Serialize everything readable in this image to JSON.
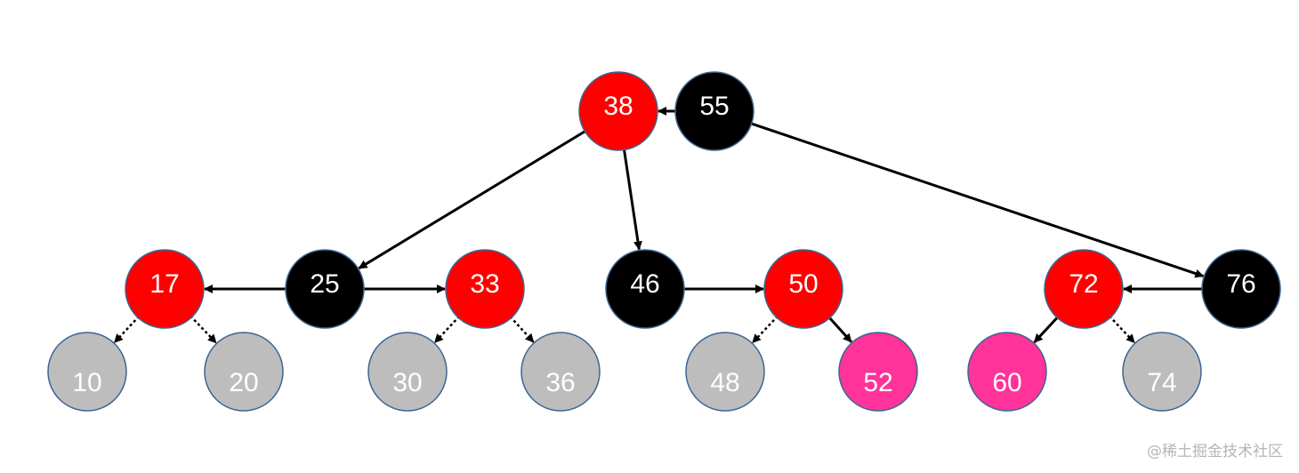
{
  "diagram": {
    "nodes": [
      {
        "id": "n38",
        "label": "38",
        "color": "red"
      },
      {
        "id": "n55",
        "label": "55",
        "color": "black"
      },
      {
        "id": "n17",
        "label": "17",
        "color": "red"
      },
      {
        "id": "n25",
        "label": "25",
        "color": "black"
      },
      {
        "id": "n33",
        "label": "33",
        "color": "red"
      },
      {
        "id": "n46",
        "label": "46",
        "color": "black"
      },
      {
        "id": "n50",
        "label": "50",
        "color": "red"
      },
      {
        "id": "n72",
        "label": "72",
        "color": "red"
      },
      {
        "id": "n76",
        "label": "76",
        "color": "black"
      },
      {
        "id": "n10",
        "label": "10",
        "color": "gray"
      },
      {
        "id": "n20",
        "label": "20",
        "color": "gray"
      },
      {
        "id": "n30",
        "label": "30",
        "color": "gray"
      },
      {
        "id": "n36",
        "label": "36",
        "color": "gray"
      },
      {
        "id": "n48",
        "label": "48",
        "color": "gray"
      },
      {
        "id": "n52",
        "label": "52",
        "color": "pink"
      },
      {
        "id": "n60",
        "label": "60",
        "color": "pink"
      },
      {
        "id": "n74",
        "label": "74",
        "color": "gray"
      }
    ],
    "edges": [
      {
        "from": "n55",
        "to": "n38",
        "style": "solid"
      },
      {
        "from": "n38",
        "to": "n25",
        "style": "solid"
      },
      {
        "from": "n38",
        "to": "n46",
        "style": "solid"
      },
      {
        "from": "n55",
        "to": "n76",
        "style": "solid"
      },
      {
        "from": "n25",
        "to": "n17",
        "style": "solid"
      },
      {
        "from": "n25",
        "to": "n33",
        "style": "solid"
      },
      {
        "from": "n46",
        "to": "n50",
        "style": "solid"
      },
      {
        "from": "n76",
        "to": "n72",
        "style": "solid"
      },
      {
        "from": "n17",
        "to": "n10",
        "style": "dotted"
      },
      {
        "from": "n17",
        "to": "n20",
        "style": "dotted"
      },
      {
        "from": "n33",
        "to": "n30",
        "style": "dotted"
      },
      {
        "from": "n33",
        "to": "n36",
        "style": "dotted"
      },
      {
        "from": "n50",
        "to": "n48",
        "style": "dotted"
      },
      {
        "from": "n50",
        "to": "n52",
        "style": "solid"
      },
      {
        "from": "n72",
        "to": "n60",
        "style": "solid"
      },
      {
        "from": "n72",
        "to": "n74",
        "style": "dotted"
      }
    ]
  },
  "colors": {
    "red": "#ff0000",
    "black": "#000000",
    "gray": "#bdbdbd",
    "pink": "#ff3399",
    "stroke": "#3d6691",
    "edge": "#000000"
  },
  "watermark": "@稀土掘金技术社区"
}
